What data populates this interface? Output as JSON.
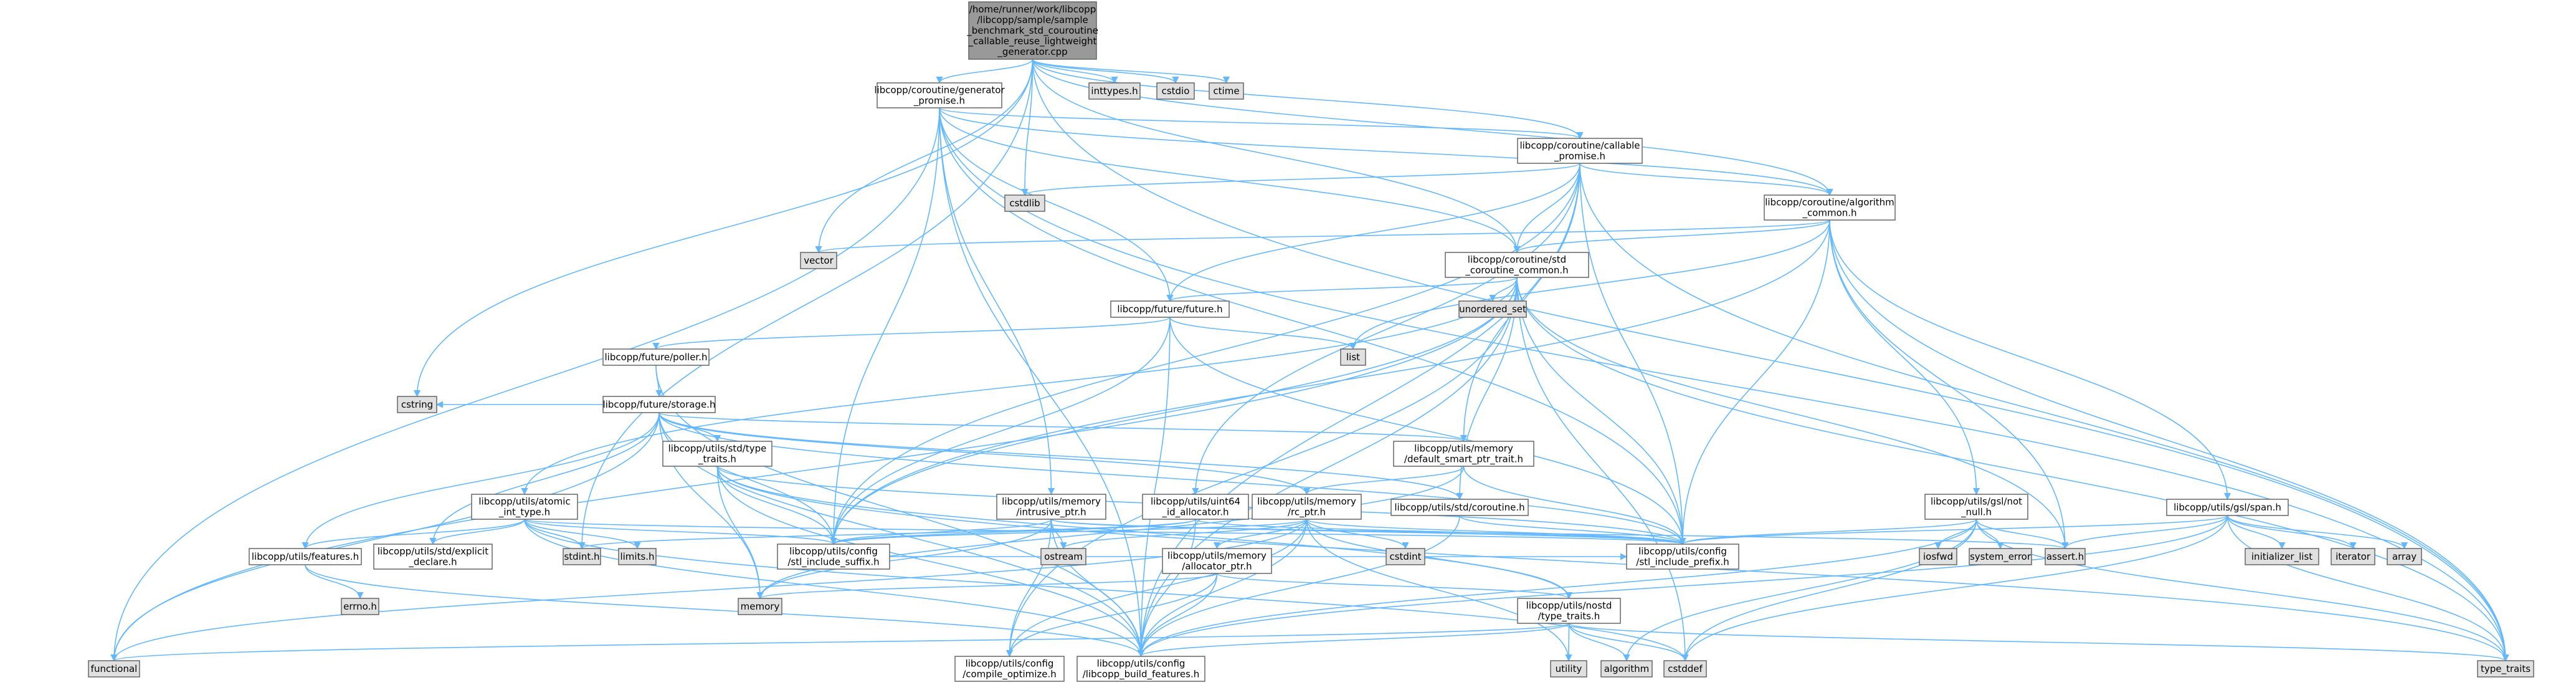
{
  "colors": {
    "root_fill": "#999999",
    "header_fill": "#ffffff",
    "system_fill": "#e0e0e0",
    "border": "#666666",
    "edge": "#63b8ff",
    "text": "#000000"
  },
  "nodes": {
    "root": [
      "/home/runner/work/libcopp",
      "/libcopp/sample/sample",
      "_benchmark_std_couroutine",
      "_callable_reuse_lightweight",
      "_generator.cpp"
    ],
    "gen_promise": [
      "libcopp/coroutine/generator",
      "_promise.h"
    ],
    "callable_promise": [
      "libcopp/coroutine/callable",
      "_promise.h"
    ],
    "algo_common": [
      "libcopp/coroutine/algorithm",
      "_common.h"
    ],
    "std_coro_common": [
      "libcopp/coroutine/std",
      "_coroutine_common.h"
    ],
    "future": [
      "libcopp/future/future.h"
    ],
    "poller": [
      "libcopp/future/poller.h"
    ],
    "storage": [
      "libcopp/future/storage.h"
    ],
    "type_traits_std": [
      "libcopp/utils/std/type",
      "_traits.h"
    ],
    "atomic_int": [
      "libcopp/utils/atomic",
      "_int_type.h"
    ],
    "features": [
      "libcopp/utils/features.h"
    ],
    "explicit_declare": [
      "libcopp/utils/std/explicit",
      "_declare.h"
    ],
    "intrusive_ptr": [
      "libcopp/utils/memory",
      "/intrusive_ptr.h"
    ],
    "uint64_id": [
      "libcopp/utils/uint64",
      "_id_allocator.h"
    ],
    "rc_ptr": [
      "libcopp/utils/memory",
      "/rc_ptr.h"
    ],
    "default_smart": [
      "libcopp/utils/memory",
      "/default_smart_ptr_trait.h"
    ],
    "std_coroutine": [
      "libcopp/utils/std/coroutine.h"
    ],
    "allocator_ptr": [
      "libcopp/utils/memory",
      "/allocator_ptr.h"
    ],
    "nostd_type_traits": [
      "libcopp/utils/nostd",
      "/type_traits.h"
    ],
    "gsl_not_null": [
      "libcopp/utils/gsl/not",
      "_null.h"
    ],
    "gsl_span": [
      "libcopp/utils/gsl/span.h"
    ],
    "include_suffix": [
      "libcopp/utils/config",
      "/stl_include_suffix.h"
    ],
    "include_prefix": [
      "libcopp/utils/config",
      "/stl_include_prefix.h"
    ],
    "compile_optimize": [
      "libcopp/utils/config",
      "/compile_optimize.h"
    ],
    "build_features": [
      "libcopp/utils/config",
      "/libcopp_build_features.h"
    ],
    "errno": [
      "errno.h"
    ],
    "inttypes": [
      "inttypes.h"
    ],
    "cstdio": [
      "cstdio"
    ],
    "ctime": [
      "ctime"
    ],
    "cstdlib": [
      "cstdlib"
    ],
    "vector": [
      "vector"
    ],
    "unordered_set": [
      "unordered_set"
    ],
    "list": [
      "list"
    ],
    "cstring": [
      "cstring"
    ],
    "stdint": [
      "stdint.h"
    ],
    "limits": [
      "limits.h"
    ],
    "memory": [
      "memory"
    ],
    "functional": [
      "functional"
    ],
    "ostream": [
      "ostream"
    ],
    "cstdint": [
      "cstdint"
    ],
    "assert": [
      "assert.h"
    ],
    "iosfwd": [
      "iosfwd"
    ],
    "system_error": [
      "system_error"
    ],
    "initializer_list": [
      "initializer_list"
    ],
    "iterator": [
      "iterator"
    ],
    "array": [
      "array"
    ],
    "utility": [
      "utility"
    ],
    "algorithm": [
      "algorithm"
    ],
    "cstddef": [
      "cstddef"
    ],
    "type_traits": [
      "type_traits"
    ]
  }
}
